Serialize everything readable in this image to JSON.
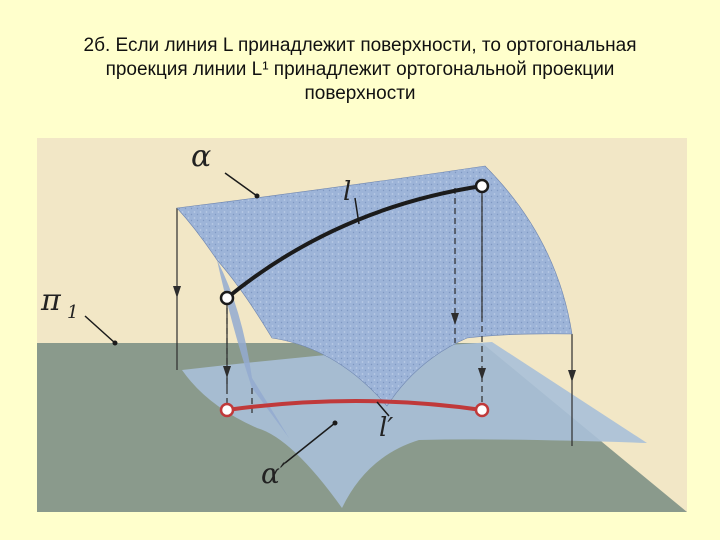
{
  "slide": {
    "title_lines": [
      "2б. Если линия L принадлежит поверхности, то ортогональная",
      "проекция линии L¹ принадлежит ортогональной проекции",
      "поверхности"
    ]
  },
  "figure": {
    "labels": {
      "surface": "α",
      "line": "l",
      "plane": "π",
      "plane_sub": "1",
      "proj_line": "l′",
      "proj_surface": "α′"
    },
    "colors": {
      "background": "#ffffcc",
      "figure_bg": "#f2e7c6",
      "plane": "#8a9a8c",
      "surface": "#9db4d8",
      "projected_surface": "#a8c0d8",
      "line": "#1b1b1b",
      "projected_line": "#c0393a"
    }
  }
}
